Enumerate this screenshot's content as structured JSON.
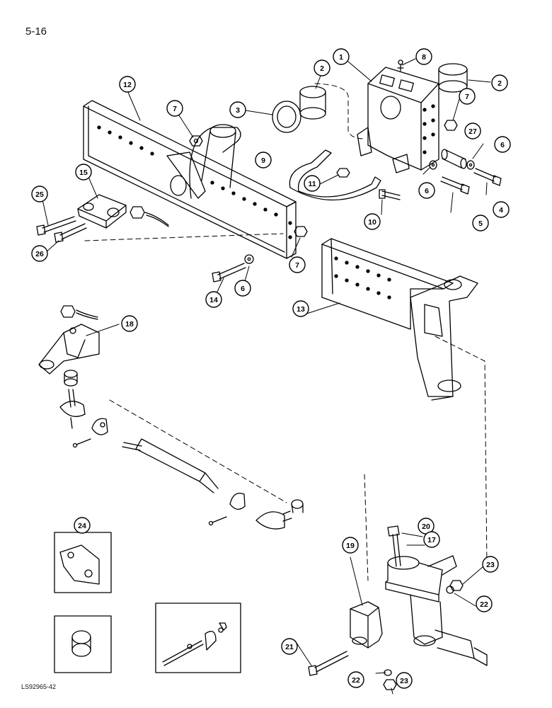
{
  "page_number": "5-16",
  "figure_code": "LS92965-42",
  "callouts": {
    "n1": "1",
    "n2": "2",
    "n3": "3",
    "n4": "4",
    "n5": "5",
    "n6": "6",
    "n7": "7",
    "n8": "8",
    "n9": "9",
    "n10": "10",
    "n11": "11",
    "n12": "12",
    "n13": "13",
    "n14": "14",
    "n15": "15",
    "n17": "17",
    "n18": "18",
    "n19": "19",
    "n20": "20",
    "n21": "21",
    "n22": "22",
    "n23": "23",
    "n24": "24",
    "n25": "25",
    "n26": "26",
    "n27": "27"
  }
}
